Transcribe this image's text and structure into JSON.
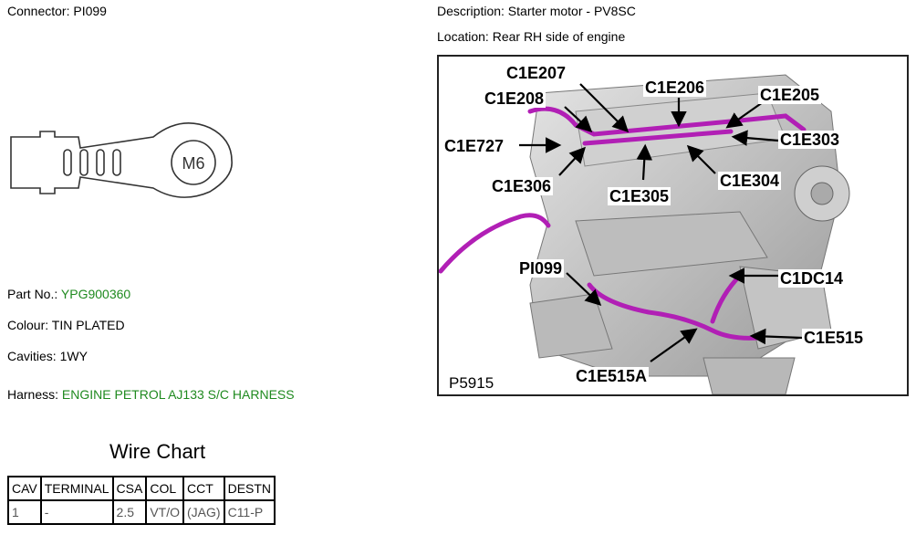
{
  "connector": {
    "label": "Connector: PI099"
  },
  "description": {
    "label": "Description: Starter motor - PV8SC"
  },
  "location": {
    "label": "Location: Rear RH side of engine"
  },
  "details": {
    "part_no_label": "Part No.: ",
    "part_no_value": "YPG900360",
    "colour": "Colour: TIN PLATED",
    "cavities": "Cavities: 1WY",
    "harness_label": "Harness: ",
    "harness_value": "ENGINE PETROL AJ133 S/C HARNESS"
  },
  "terminal_marking": "M6",
  "wire_chart": {
    "title": "Wire Chart",
    "headers": [
      "CAV",
      "TERMINAL",
      "CSA",
      "COL",
      "CCT",
      "DESTN"
    ],
    "rows": [
      [
        "1",
        "-",
        "2.5",
        "VT/O",
        "(JAG)",
        "C11-P"
      ]
    ]
  },
  "figure": {
    "id": "P5915",
    "callouts": [
      "C1E207",
      "C1E206",
      "C1E205",
      "C1E208",
      "C1E727",
      "C1E303",
      "C1E306",
      "C1E305",
      "C1E304",
      "PI099",
      "C1DC14",
      "C1E515",
      "C1E515A"
    ]
  }
}
